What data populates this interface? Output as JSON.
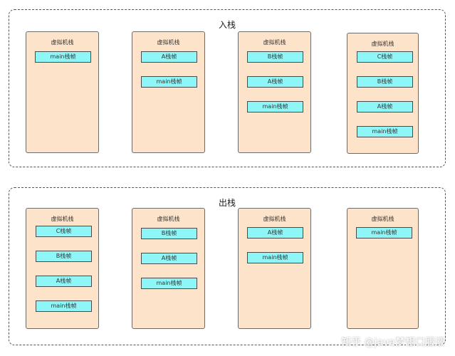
{
  "diagrams": [
    {
      "title": "入栈",
      "stacks": [
        {
          "label": "虚拟机栈",
          "frames": [
            "main栈帧"
          ]
        },
        {
          "label": "虚拟机栈",
          "frames": [
            "A栈帧",
            "main栈帧"
          ]
        },
        {
          "label": "虚拟机栈",
          "frames": [
            "B栈帧",
            "A栈帧",
            "main栈帧"
          ]
        },
        {
          "label": "虚拟机栈",
          "frames": [
            "C栈帧",
            "B栈帧",
            "A栈帧",
            "main栈帧"
          ]
        }
      ]
    },
    {
      "title": "出栈",
      "stacks": [
        {
          "label": "虚拟机栈",
          "frames": [
            "C栈帧",
            "B栈帧",
            "A栈帧",
            "main栈帧"
          ]
        },
        {
          "label": "虚拟机栈",
          "frames": [
            "B栈帧",
            "A栈帧",
            "main栈帧"
          ]
        },
        {
          "label": "虚拟机栈",
          "frames": [
            "A栈帧",
            "main栈帧"
          ]
        },
        {
          "label": "虚拟机栈",
          "frames": [
            "main栈帧"
          ]
        }
      ]
    }
  ],
  "watermark": "知乎 @java梦想口服液"
}
